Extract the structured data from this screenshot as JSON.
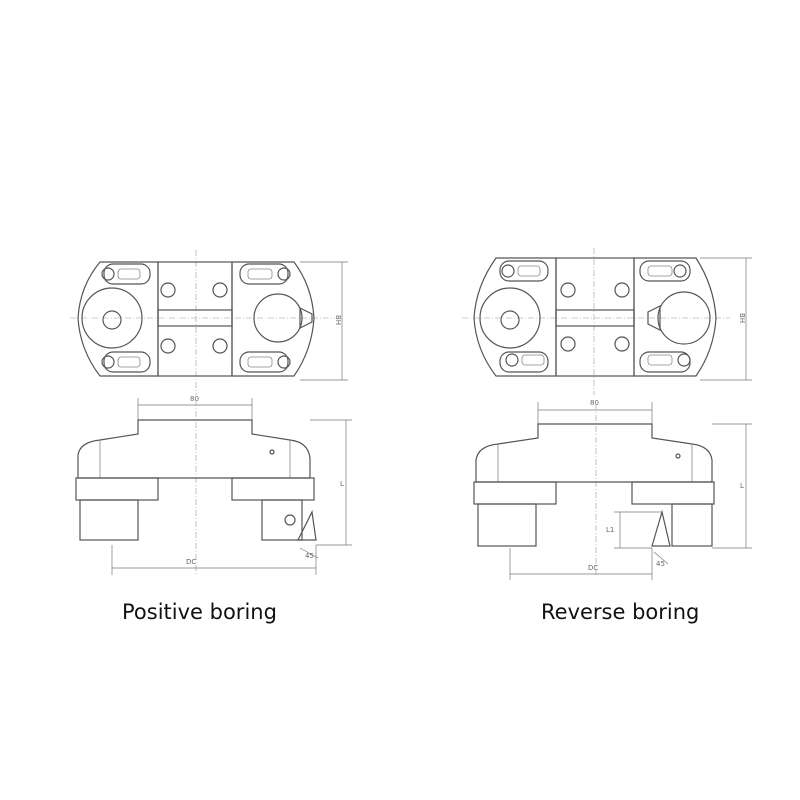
{
  "diagrams": [
    {
      "id": "positive",
      "caption": "Positive boring",
      "labels": {
        "width": "80",
        "dc": "DC",
        "height": "L",
        "bh": "BH",
        "angle": "45",
        "offset": ""
      }
    },
    {
      "id": "reverse",
      "caption": "Reverse boring",
      "labels": {
        "width": "80",
        "dc": "DC",
        "height": "L",
        "bh": "BH",
        "angle": "45",
        "offset": "L1"
      }
    }
  ],
  "colors": {
    "line": "#555555",
    "caption": "#111111",
    "background": "#ffffff"
  }
}
